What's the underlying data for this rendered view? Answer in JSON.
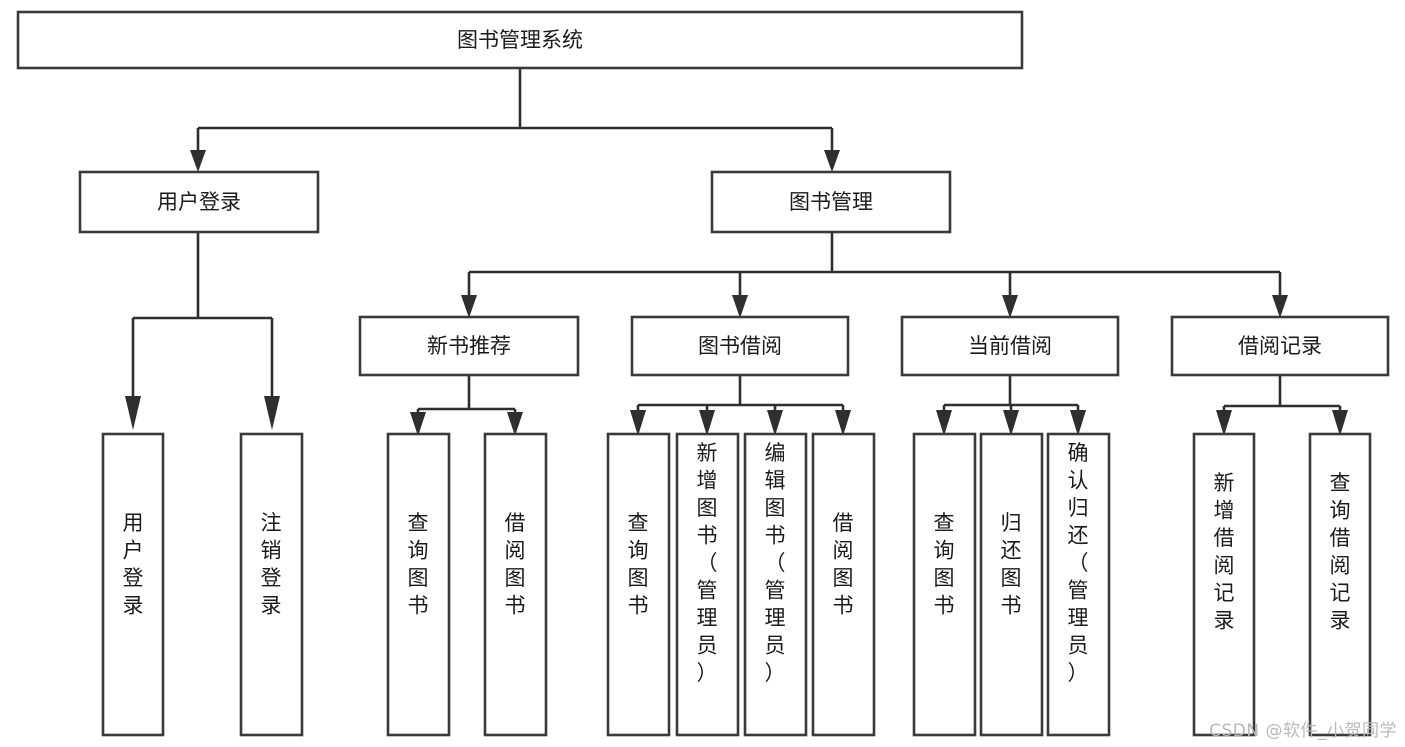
{
  "diagram": {
    "title": "图书管理系统",
    "type": "tree-hierarchy",
    "colors": {
      "background": "#ffffff",
      "box_fill": "#ffffff",
      "box_stroke": "#3a3a3a",
      "edge": "#2f2f2f",
      "text": "#1b1b1b",
      "watermark": "#b9b9b9"
    },
    "root": {
      "label": "图书管理系统"
    },
    "level2": [
      {
        "label": "用户登录"
      },
      {
        "label": "图书管理"
      }
    ],
    "level3": [
      {
        "label": "新书推荐"
      },
      {
        "label": "图书借阅"
      },
      {
        "label": "当前借阅"
      },
      {
        "label": "借阅记录"
      }
    ],
    "leaves": [
      {
        "label": "用户登录",
        "parent": "用户登录"
      },
      {
        "label": "注销登录",
        "parent": "用户登录"
      },
      {
        "label": "查询图书",
        "parent": "新书推荐"
      },
      {
        "label": "借阅图书",
        "parent": "新书推荐"
      },
      {
        "label": "查询图书",
        "parent": "图书借阅"
      },
      {
        "label": "新增图书（管理员）",
        "parent": "图书借阅"
      },
      {
        "label": "编辑图书（管理员）",
        "parent": "图书借阅"
      },
      {
        "label": "借阅图书",
        "parent": "图书借阅"
      },
      {
        "label": "查询图书",
        "parent": "当前借阅"
      },
      {
        "label": "归还图书",
        "parent": "当前借阅"
      },
      {
        "label": "确认归还（管理员）",
        "parent": "当前借阅"
      },
      {
        "label": "新增借阅记录",
        "parent": "借阅记录"
      },
      {
        "label": "查询借阅记录",
        "parent": "借阅记录"
      }
    ]
  },
  "watermark": {
    "text": "CSDN @软件_小贺同学"
  }
}
